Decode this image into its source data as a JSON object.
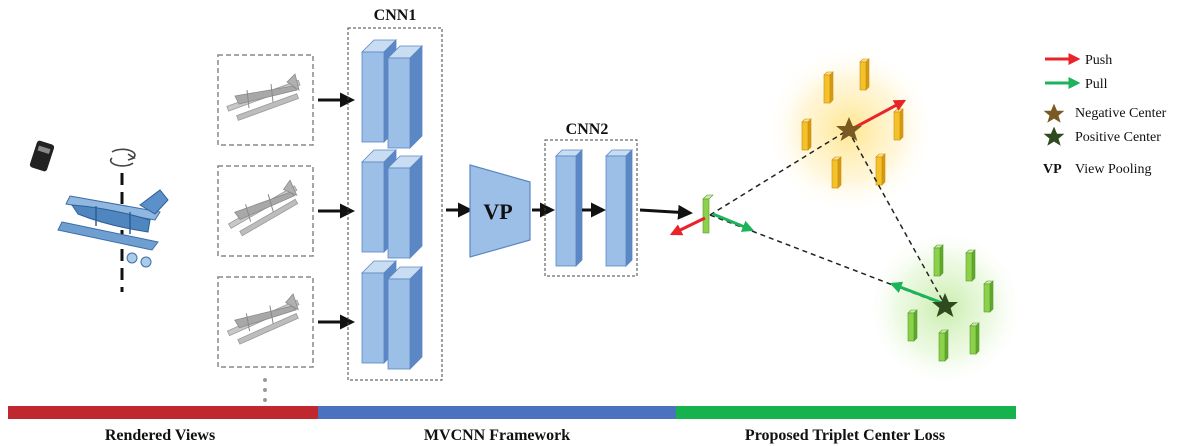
{
  "labels": {
    "cnn1": "CNN1",
    "cnn2": "CNN2",
    "vp": "VP"
  },
  "legend": {
    "push": "Push",
    "pull": "Pull",
    "negative_center": "Negative Center",
    "positive_center": "Positive Center",
    "vp_abbr": "VP",
    "vp_text": "View Pooling"
  },
  "bottom": {
    "rendered_views": "Rendered Views",
    "framework": "MVCNN Framework",
    "loss": "Proposed Triplet  Center Loss"
  },
  "colors": {
    "push": "#e8232a",
    "pull": "#1db35b",
    "negative_star": "#7a5a22",
    "positive_star": "#2e4a1e",
    "bar_red": "#c0282f",
    "bar_blue": "#4a72bf",
    "bar_green": "#16b24e",
    "layer_fill": "#9bbfe6",
    "layer_dark": "#5b87c4",
    "feat_yellow": "#f4c12a",
    "feat_green": "#8cd14a"
  }
}
